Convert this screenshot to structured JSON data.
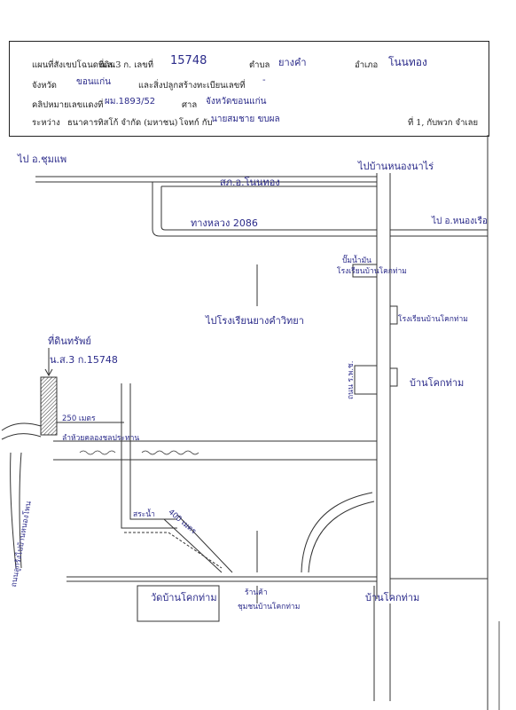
{
  "header": {
    "row1_label1": "แผนที่สังเขปโฉนดที่ดิน",
    "row1_field1": "น.ส.3 ก. เลขที่",
    "row1_value1": "15748",
    "row1_label2": "ตำบล",
    "row1_value2": "ยางคำ",
    "row1_label3": "อำเภอ",
    "row1_value3": "โนนทอง",
    "row2_label1": "จังหวัด",
    "row2_value1": "ขอนแก่น",
    "row2_label2": "และสิ่งปลูกสร้างทะเบียนเลขที่",
    "row2_value2": "-",
    "row3_label1": "คลิปหมายเลขแดงที่",
    "row3_value1": "ผม.1893/52",
    "row3_label2": "ศาล",
    "row3_value2": "จังหวัดขอนแก่น",
    "row4_label1": "ระหว่าง",
    "row4_label2": "ธนาคารทิสโก้ จำกัด (มหาชน)",
    "row4_label3": "โจทก์ กับ",
    "row4_value1": "นายสมชาย ขบผล",
    "row4_label4": "ที่ 1, กับพวก จำเลย"
  },
  "map": {
    "to_top_left": "ไป อ.ชุมแพ",
    "to_top_right": "ไปบ้านหนองนาไร่",
    "police": "สภ.อ.โนนทอง",
    "highway": "ทางหลวง 2086",
    "to_right": "ไป อ.หนองเรือ",
    "gas_station": "ปั๊มน้ำมัน",
    "school_upper": "โรงเรียนบ้านโคกท่าม",
    "to_school_label": "ไปโรงเรียนยางคำวิทยา",
    "school_right": "โรงเรียนบ้านโคกท่าม",
    "house_right": "บ้านโคกท่าม",
    "road_vertical": "ถนน ร.พ.ช.",
    "plot_label_1": "ที่ดินทรัพย์",
    "plot_label_2": "น.ส.3 ก.15748",
    "distance_top": "250 เมตร",
    "canal_label": "ลำห้วยคลองชลประทาน",
    "left_road_label": "ถนนลูกรังไปบ้านหนองโพน",
    "water_label": "สระน้ำ",
    "distance_diag": "400 เมตร",
    "temple": "วัดบ้านโคกท่าม",
    "shop_line1": "ร้านค้า",
    "shop_line2": "ชุมชนบ้านโคกท่าม",
    "village_bottom": "บ้านโคกท่าม"
  }
}
